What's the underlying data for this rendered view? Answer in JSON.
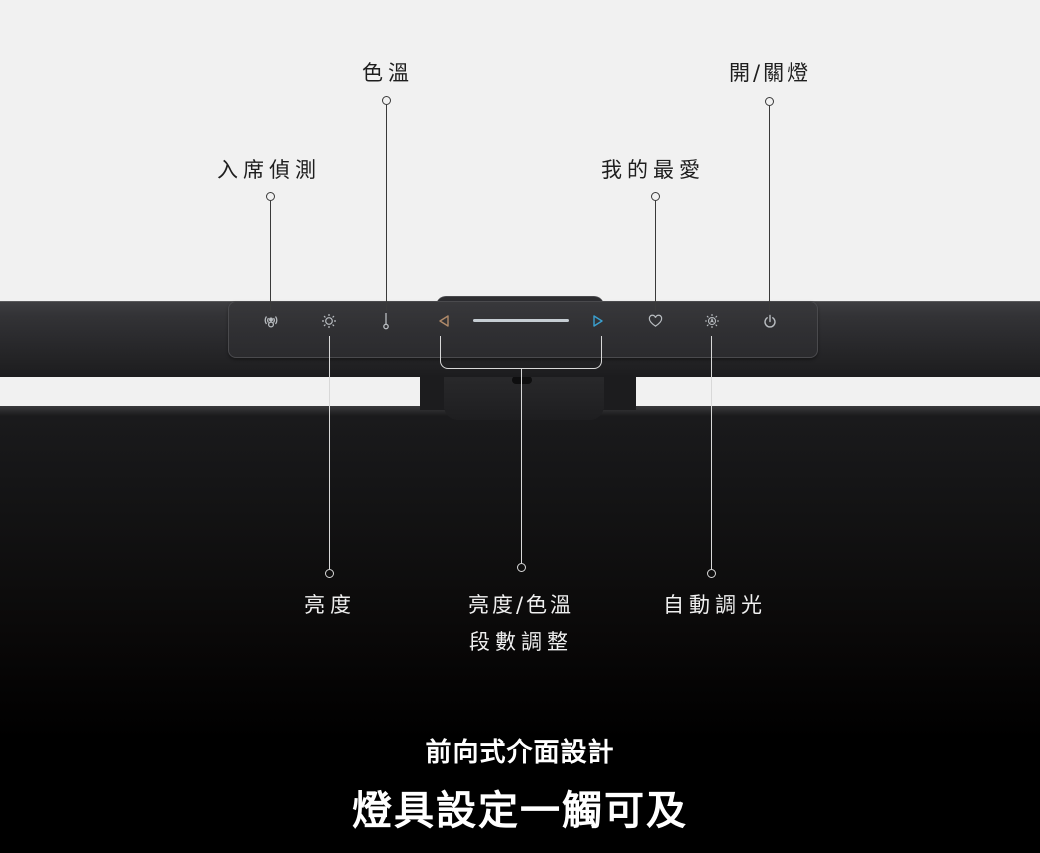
{
  "callouts_top": [
    {
      "id": "presence",
      "label": "入席偵測",
      "icon": "presence-sensor-icon"
    },
    {
      "id": "color_temp",
      "label": "色溫",
      "icon": "thermometer-icon"
    },
    {
      "id": "favorite",
      "label": "我的最愛",
      "icon": "heart-icon"
    },
    {
      "id": "power",
      "label": "開/關燈",
      "icon": "power-icon"
    }
  ],
  "callouts_bottom": [
    {
      "id": "brightness",
      "label": "亮度",
      "icon": "sun-icon"
    },
    {
      "id": "adjust",
      "label_line1": "亮度/色溫",
      "label_line2": "段數調整",
      "icon": "slider-icon"
    },
    {
      "id": "auto_dim",
      "label": "自動調光",
      "icon": "auto-brightness-icon"
    }
  ],
  "controls": {
    "left_arrow_color": "#b08a6a",
    "right_arrow_color": "#3aa0d0",
    "icon_color": "#b8bcc0",
    "slider_color": "#c6cdd3"
  },
  "headline": {
    "subtitle": "前向式介面設計",
    "title": "燈具設定一觸可及"
  }
}
